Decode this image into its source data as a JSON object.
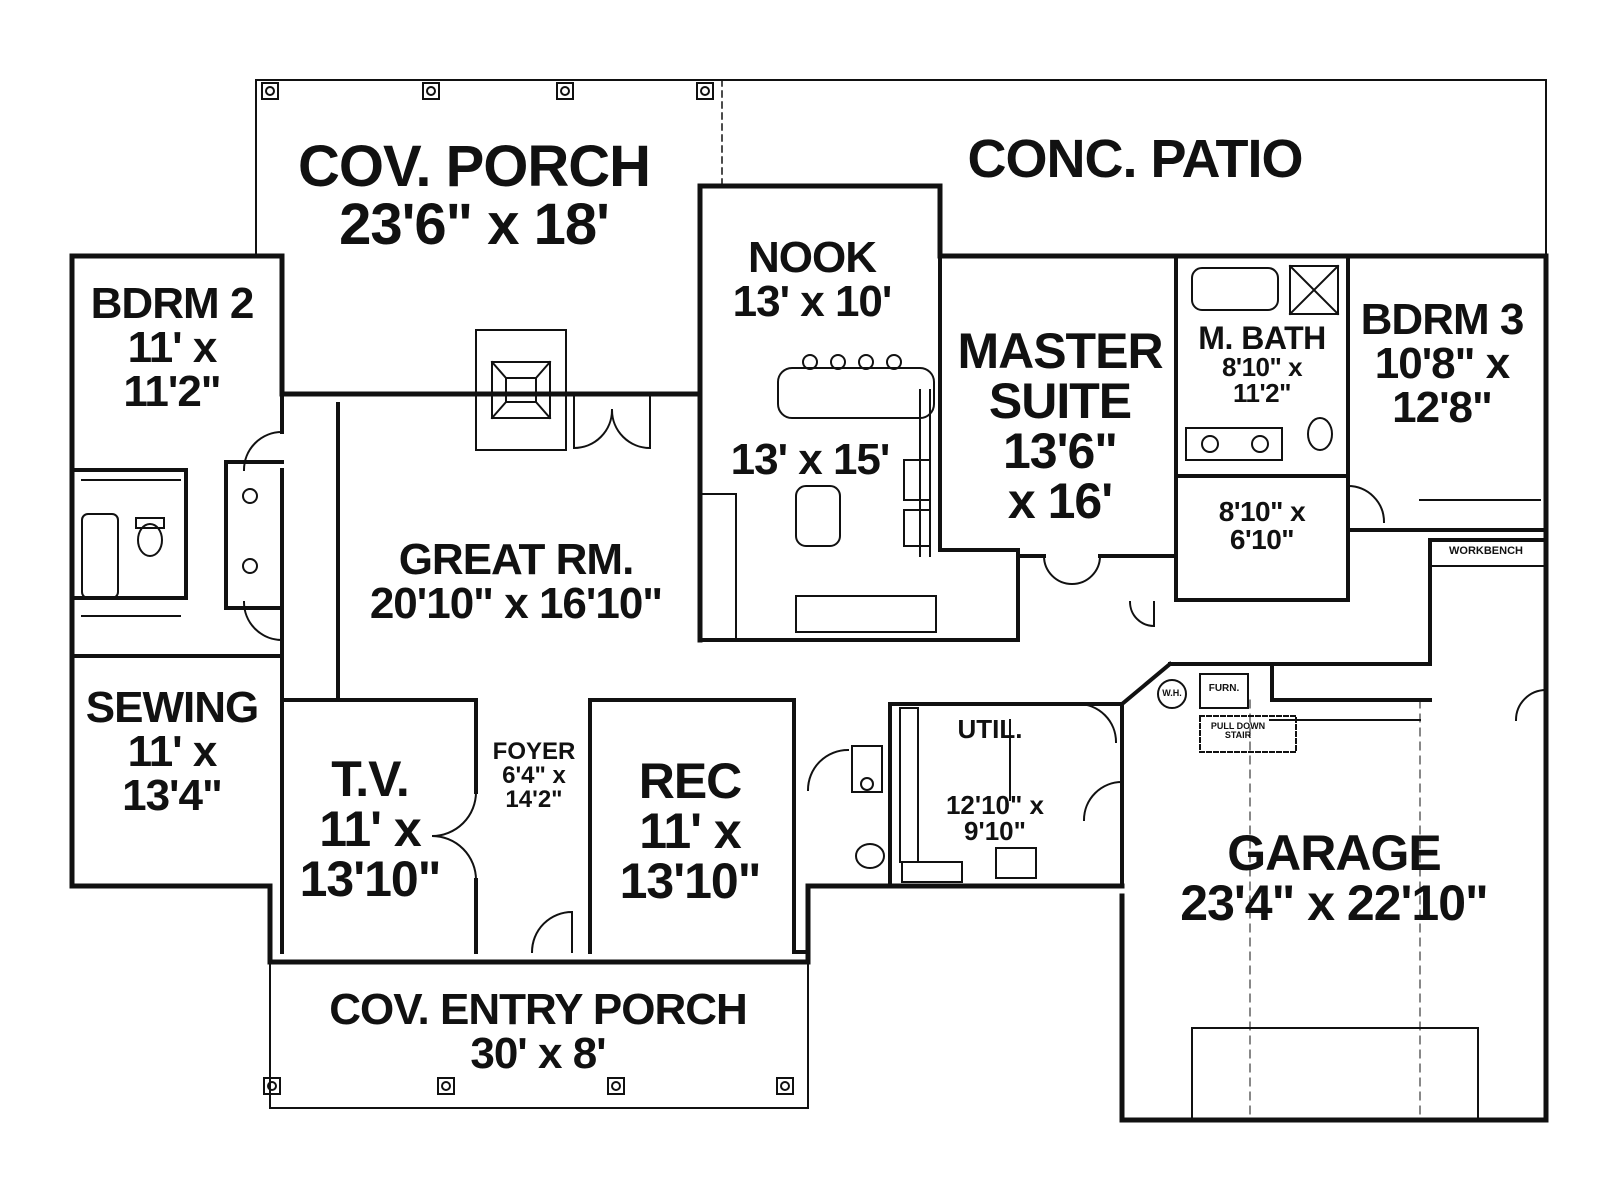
{
  "rooms": {
    "cov_porch": {
      "name": "COV. PORCH",
      "dims": "23'6\" x 18'"
    },
    "conc_patio": {
      "name": "CONC. PATIO"
    },
    "nook": {
      "name": "NOOK",
      "dims": "13' x 10'"
    },
    "kitchen": {
      "dims": "13' x 15'"
    },
    "bdrm2": {
      "name": "BDRM 2",
      "dims_1": "11' x",
      "dims_2": "11'2\""
    },
    "master_suite": {
      "name_1": "MASTER",
      "name_2": "SUITE",
      "dims_1": "13'6\"",
      "dims_2": "x 16'"
    },
    "m_bath": {
      "name": "M. BATH",
      "dims_1": "8'10\" x",
      "dims_2": "11'2\""
    },
    "closet": {
      "dims_1": "8'10\" x",
      "dims_2": "6'10\""
    },
    "bdrm3": {
      "name": "BDRM 3",
      "dims_1": "10'8\" x",
      "dims_2": "12'8\""
    },
    "great_rm": {
      "name": "GREAT RM.",
      "dims": "20'10\" x 16'10\""
    },
    "sewing": {
      "name": "SEWING",
      "dims_1": "11' x",
      "dims_2": "13'4\""
    },
    "tv": {
      "name": "T.V.",
      "dims_1": "11' x",
      "dims_2": "13'10\""
    },
    "foyer": {
      "name": "FOYER",
      "dims_1": "6'4\" x",
      "dims_2": "14'2\""
    },
    "rec": {
      "name": "REC",
      "dims_1": "11' x",
      "dims_2": "13'10\""
    },
    "util": {
      "name": "UTIL.",
      "dims_1": "12'10\" x",
      "dims_2": "9'10\""
    },
    "garage": {
      "name": "GARAGE",
      "dims": "23'4\" x 22'10\""
    },
    "cov_entry_porch": {
      "name": "COV. ENTRY PORCH",
      "dims": "30' x 8'"
    }
  },
  "fixtures": {
    "workbench": "WORKBENCH",
    "water_heater": "W.H.",
    "furnace": "FURN.",
    "pull_down_stair_1": "PULL DOWN",
    "pull_down_stair_2": "STAIR"
  }
}
